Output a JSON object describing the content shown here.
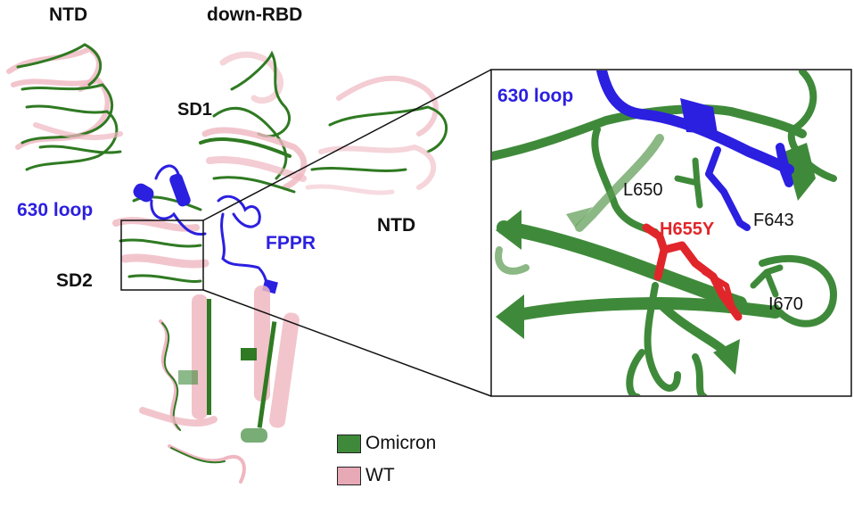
{
  "figure": {
    "overview_labels": {
      "ntd_left": "NTD",
      "down_rbd": "down-RBD",
      "sd1": "SD1",
      "loop_630": "630 loop",
      "ntd_right": "NTD",
      "fppr": "FPPR",
      "sd2": "SD2"
    },
    "inset_labels": {
      "loop_630": "630 loop",
      "l650": "L650",
      "f643": "F643",
      "h655y": "H655Y",
      "i670": "I670"
    },
    "legend": [
      {
        "label": "Omicron",
        "color": "#3f8a3a"
      },
      {
        "label": "WT",
        "color": "#e8a9b6"
      }
    ],
    "colors": {
      "omicron": "#3f8a3a",
      "omicron_dark": "#2f7a22",
      "wt": "#efb7c1",
      "loop_highlight": "#2b1fe0",
      "mutation": "#e0262a"
    }
  }
}
